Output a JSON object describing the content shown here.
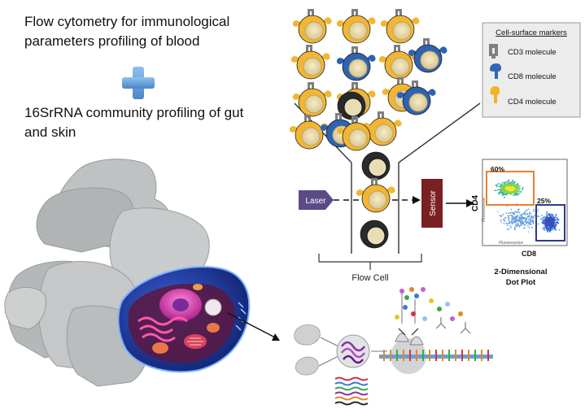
{
  "headline_1": "Flow cytometry for immunological parameters profiling of blood",
  "headline_2": "16SrRNA community profiling of gut and skin",
  "legend": {
    "title": "Cell-surface markers",
    "items": [
      {
        "label": "CD3 molecule",
        "color": "#808080"
      },
      {
        "label": "CD8 molecule",
        "color": "#2f66b8"
      },
      {
        "label": "CD4 molecule",
        "color": "#f0b429"
      }
    ]
  },
  "flow": {
    "laser_label": "Laser",
    "sensor_label": "Sensor",
    "flow_cell_label": "Flow Cell"
  },
  "dot_plot": {
    "ylabel": "CD4",
    "xlabel": "CD8",
    "y_axis_sub": "Fluorescence",
    "x_axis_sub": "Fluorescence",
    "gate_top_label": "60%",
    "gate_right_label": "25%",
    "caption_line1": "2-Dimensional",
    "caption_line2": "Dot Plot"
  },
  "colors": {
    "cd4_yellow": "#f2b632",
    "cd8_blue": "#2f62b0",
    "laser_purple": "#5a4a86",
    "sensor_red": "#7a1f22",
    "gate_orange": "#e6812e",
    "gate_navy": "#2c3a8c",
    "plus_blue": "#5b9bd5"
  }
}
